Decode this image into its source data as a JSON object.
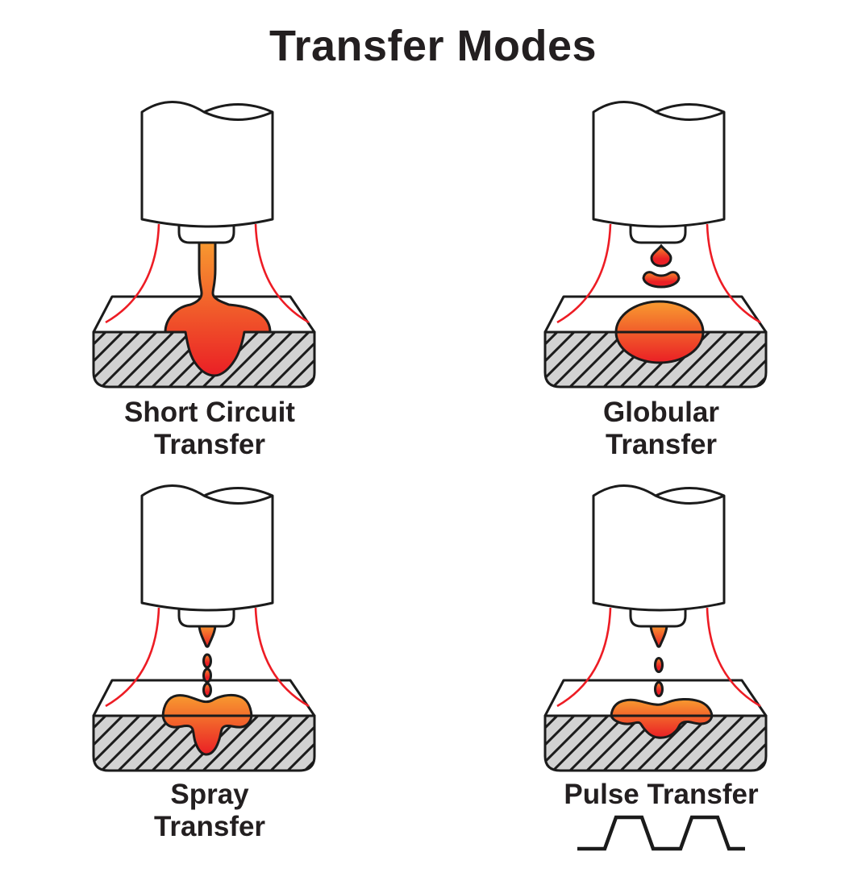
{
  "title": "Transfer Modes",
  "panels": [
    {
      "id": "short-circuit-transfer",
      "label_line1": "Short Circuit",
      "label_line2": "Transfer"
    },
    {
      "id": "globular-transfer",
      "label_line1": "Globular",
      "label_line2": "Transfer"
    },
    {
      "id": "spray-transfer",
      "label_line1": "Spray",
      "label_line2": "Transfer"
    },
    {
      "id": "pulse-transfer",
      "label_line1": "Pulse Transfer",
      "label_line2": ""
    }
  ],
  "colors": {
    "background": "#FFFFFF",
    "text": "#231F20",
    "outline": "#1B1B1B",
    "molten_top": "#F89B30",
    "molten_bottom": "#EA1F25",
    "arc_red": "#ED1C24",
    "plate_gray": "#D2D2D2"
  },
  "icons": {
    "pulse_waveform": "square-pulse-wave-icon"
  }
}
